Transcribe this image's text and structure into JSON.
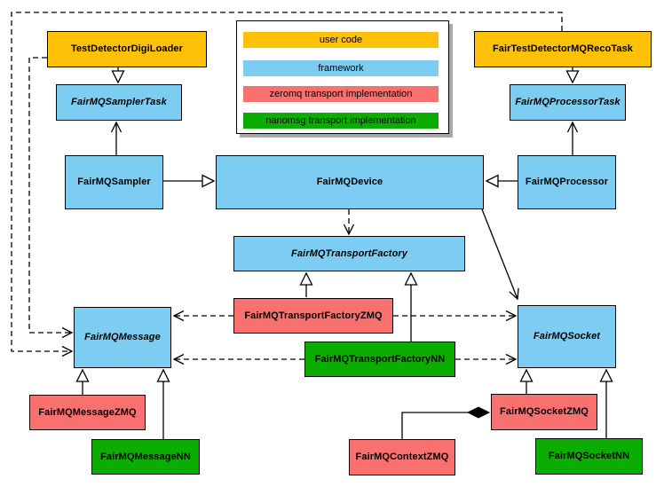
{
  "colors": {
    "user_code": "#FFC107",
    "framework": "#7CCDF1",
    "zeromq": "#F9716E",
    "nanomsg": "#0BAE00",
    "line": "#000000",
    "background": "#FFFFFF"
  },
  "legend": {
    "items": [
      {
        "label": "user code",
        "category": "user_code",
        "color": "#FFC107"
      },
      {
        "label": "framework",
        "category": "framework",
        "color": "#7CCDF1"
      },
      {
        "label": "zeromq transport implementation",
        "category": "zeromq",
        "color": "#F9716E"
      },
      {
        "label": "nanomsg transport implementation",
        "category": "nanomsg",
        "color": "#0BAE00"
      }
    ]
  },
  "nodes": {
    "test_detector_digi_loader": {
      "label": "TestDetectorDigiLoader",
      "category": "user_code",
      "abstract": false
    },
    "fair_test_detector_mq_reco_task": {
      "label": "FairTestDetectorMQRecoTask",
      "category": "user_code",
      "abstract": false
    },
    "fairmq_sampler_task": {
      "label": "FairMQSamplerTask",
      "category": "framework",
      "abstract": true
    },
    "fairmq_processor_task": {
      "label": "FairMQProcessorTask",
      "category": "framework",
      "abstract": true
    },
    "fairmq_sampler": {
      "label": "FairMQSampler",
      "category": "framework",
      "abstract": false
    },
    "fairmq_device": {
      "label": "FairMQDevice",
      "category": "framework",
      "abstract": false
    },
    "fairmq_processor": {
      "label": "FairMQProcessor",
      "category": "framework",
      "abstract": false
    },
    "fairmq_transport_factory": {
      "label": "FairMQTransportFactory",
      "category": "framework",
      "abstract": true
    },
    "fairmq_transport_factory_zmq": {
      "label": "FairMQTransportFactoryZMQ",
      "category": "zeromq",
      "abstract": false
    },
    "fairmq_transport_factory_nn": {
      "label": "FairMQTransportFactoryNN",
      "category": "nanomsg",
      "abstract": false
    },
    "fairmq_message": {
      "label": "FairMQMessage",
      "category": "framework",
      "abstract": true
    },
    "fairmq_socket": {
      "label": "FairMQSocket",
      "category": "framework",
      "abstract": true
    },
    "fairmq_message_zmq": {
      "label": "FairMQMessageZMQ",
      "category": "zeromq",
      "abstract": false
    },
    "fairmq_message_nn": {
      "label": "FairMQMessageNN",
      "category": "nanomsg",
      "abstract": false
    },
    "fairmq_context_zmq": {
      "label": "FairMQContextZMQ",
      "category": "zeromq",
      "abstract": false
    },
    "fairmq_socket_zmq": {
      "label": "FairMQSocketZMQ",
      "category": "zeromq",
      "abstract": false
    },
    "fairmq_socket_nn": {
      "label": "FairMQSocketNN",
      "category": "nanomsg",
      "abstract": false
    }
  },
  "edges": [
    {
      "from": "TestDetectorDigiLoader",
      "to": "FairMQSamplerTask",
      "type": "inheritance"
    },
    {
      "from": "FairTestDetectorMQRecoTask",
      "to": "FairMQProcessorTask",
      "type": "inheritance"
    },
    {
      "from": "FairMQSampler",
      "to": "FairMQSamplerTask",
      "type": "association"
    },
    {
      "from": "FairMQProcessor",
      "to": "FairMQProcessorTask",
      "type": "association"
    },
    {
      "from": "FairMQSampler",
      "to": "FairMQDevice",
      "type": "inheritance"
    },
    {
      "from": "FairMQProcessor",
      "to": "FairMQDevice",
      "type": "inheritance"
    },
    {
      "from": "FairMQDevice",
      "to": "FairMQTransportFactory",
      "type": "dependency"
    },
    {
      "from": "FairMQDevice",
      "to": "FairMQSocket",
      "type": "association"
    },
    {
      "from": "FairMQTransportFactoryZMQ",
      "to": "FairMQTransportFactory",
      "type": "inheritance"
    },
    {
      "from": "FairMQTransportFactoryNN",
      "to": "FairMQTransportFactory",
      "type": "inheritance"
    },
    {
      "from": "FairMQTransportFactoryZMQ",
      "to": "FairMQMessage",
      "type": "dependency"
    },
    {
      "from": "FairMQTransportFactoryZMQ",
      "to": "FairMQSocket",
      "type": "dependency"
    },
    {
      "from": "FairMQTransportFactoryNN",
      "to": "FairMQMessage",
      "type": "dependency"
    },
    {
      "from": "FairMQTransportFactoryNN",
      "to": "FairMQSocket",
      "type": "dependency"
    },
    {
      "from": "TestDetectorDigiLoader",
      "to": "FairMQMessage",
      "type": "dependency"
    },
    {
      "from": "FairTestDetectorMQRecoTask",
      "to": "FairMQMessage",
      "type": "dependency"
    },
    {
      "from": "FairMQMessageZMQ",
      "to": "FairMQMessage",
      "type": "inheritance"
    },
    {
      "from": "FairMQMessageNN",
      "to": "FairMQMessage",
      "type": "inheritance"
    },
    {
      "from": "FairMQSocketZMQ",
      "to": "FairMQSocket",
      "type": "inheritance"
    },
    {
      "from": "FairMQSocketNN",
      "to": "FairMQSocket",
      "type": "inheritance"
    },
    {
      "from": "FairMQContextZMQ",
      "to": "FairMQSocketZMQ",
      "type": "composition"
    }
  ]
}
